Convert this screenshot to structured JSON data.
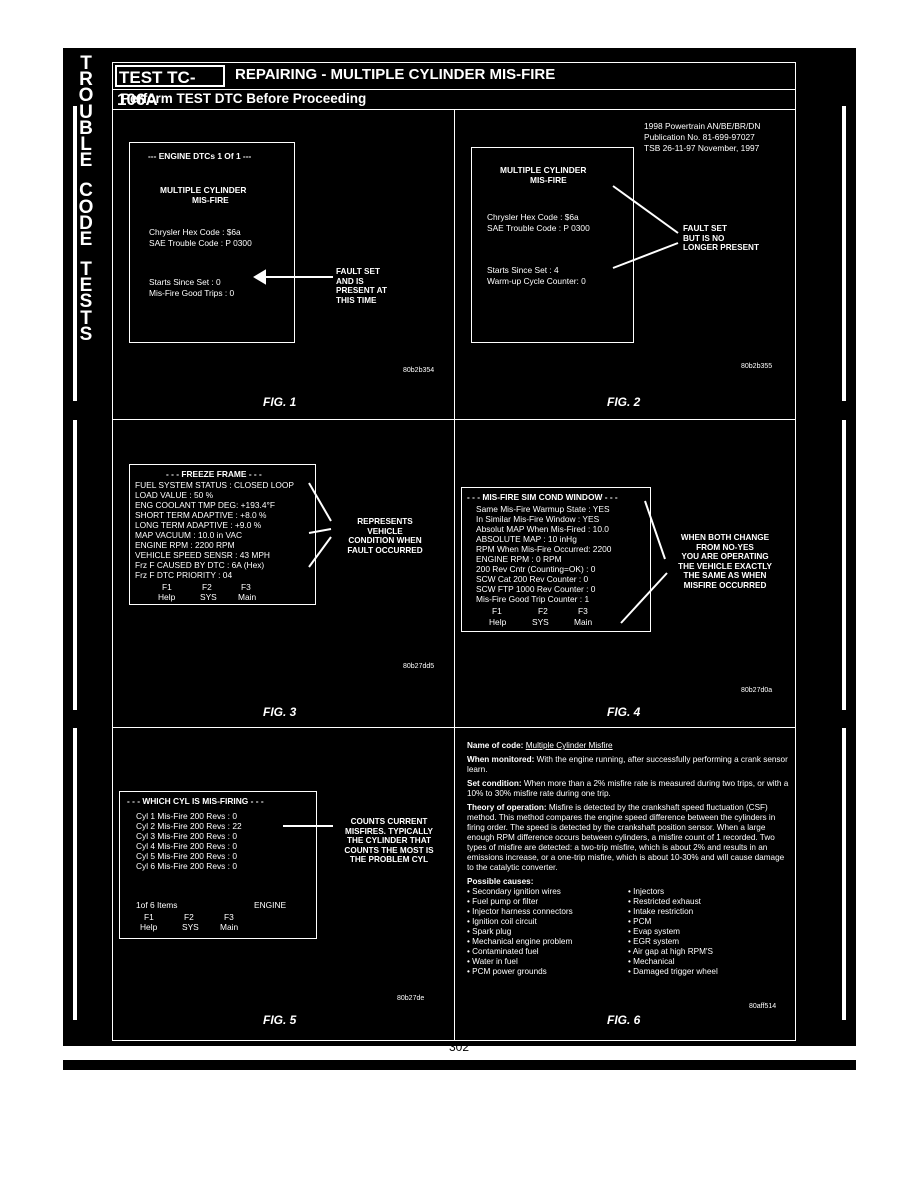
{
  "side_letters": [
    "T",
    "R",
    "O",
    "U",
    "B",
    "L",
    "E",
    "",
    "C",
    "O",
    "D",
    "E",
    "",
    "T",
    "E",
    "S",
    "T",
    "S"
  ],
  "header": {
    "test_code": "TEST TC-106A",
    "title": "REPAIRING - MULTIPLE CYLINDER MIS-FIRE",
    "subtitle": "Perform TEST DTC Before Proceeding"
  },
  "fig1": {
    "caption": "FIG. 1",
    "code": "80b2b354",
    "screen": [
      "--- ENGINE DTCs 1 Of 1 ---",
      "MULTIPLE CYLINDER",
      "MIS-FIRE",
      "Chrysler Hex Code  :  $6a",
      "SAE Trouble Code  :  P 0300",
      "Starts Since Set  :  0",
      "Mis-Fire Good Trips  :  0"
    ],
    "note": [
      "FAULT SET",
      "AND IS",
      "PRESENT AT",
      "THIS TIME"
    ]
  },
  "fig2": {
    "caption": "FIG. 2",
    "code": "80b2b355",
    "pub": [
      "1998 Powertrain AN/BE/BR/DN",
      "Publication No. 81-699-97027",
      "TSB 26-11-97        November, 1997"
    ],
    "screen": [
      "MULTIPLE CYLINDER",
      "MIS-FIRE",
      "Chrysler Hex Code  :  $6a",
      "SAE Trouble Code  :  P 0300",
      "Starts Since Set  :  4",
      "Warm-up Cycle Counter:  0"
    ],
    "note": [
      "FAULT SET",
      "BUT IS NO",
      "LONGER PRESENT"
    ]
  },
  "fig3": {
    "caption": "FIG. 3",
    "code": "80b27dd5",
    "screen": [
      "- - - FREEZE FRAME - - -",
      "FUEL SYSTEM STATUS  :  CLOSED LOOP",
      "LOAD VALUE              :  50 %",
      "ENG COOLANT TMP DEG:  +193.4°F",
      "SHORT TERM ADAPTIVE  :  +8.0 %",
      "LONG TERM ADAPTIVE   :  +9.0 %",
      "MAP VACUUM              :  10.0 in VAC",
      "ENGINE RPM               :  2200 RPM",
      "VEHICLE SPEED SENSR  :  43   MPH",
      "Frz F CAUSED BY DTC   :  6A  (Hex)",
      "Frz F DTC PRIORITY      :  04"
    ],
    "keys": [
      "F1",
      "F2",
      "F3"
    ],
    "keylabels": [
      "Help",
      "SYS",
      "Main"
    ],
    "note": [
      "REPRESENTS",
      "VEHICLE",
      "CONDITION WHEN",
      "FAULT OCCURRED"
    ]
  },
  "fig4": {
    "caption": "FIG. 4",
    "code": "80b27d0a",
    "screen": [
      "- - - MIS-FIRE SIM COND WINDOW - - -",
      "Same Mis-Fire Warmup State :  YES",
      "In Similar Mis-Fire Window    :  YES",
      "Absolut MAP When Mis-Fired :  10.0",
      "ABSOLUTE MAP    :  10 inHg",
      "RPM When Mis-Fire Occurred:  2200",
      "ENGINE RPM          :  0 RPM",
      "200 Rev Cntr (Counting=OK)  :   0",
      "SCW Cat 200 Rev Counter     :   0",
      "SCW FTP 1000 Rev Counter   :   0",
      "Mis-Fire Good Trip Counter    :   1"
    ],
    "keys": [
      "F1",
      "F2",
      "F3"
    ],
    "keylabels": [
      "Help",
      "SYS",
      "Main"
    ],
    "note": [
      "WHEN BOTH CHANGE",
      "FROM NO-YES",
      "YOU ARE OPERATING",
      "THE VEHICLE EXACTLY",
      "THE SAME AS WHEN",
      "MISFIRE OCCURRED"
    ]
  },
  "fig5": {
    "caption": "FIG. 5",
    "code": "80b27de",
    "screen": [
      "- - - WHICH CYL IS MIS-FIRING - - -",
      "Cyl 1 Mis-Fire 200 Revs    :         0",
      "Cyl 2 Mis-Fire 200 Revs    :        22",
      "Cyl 3 Mis-Fire 200 Revs    :         0",
      "Cyl 4 Mis-Fire 200 Revs    :         0",
      "Cyl 5 Mis-Fire 200 Revs    :         0",
      "Cyl 6 Mis-Fire 200 Revs    :         0"
    ],
    "items": "1of 6 Items",
    "engine": "ENGINE",
    "keys": [
      "F1",
      "F2",
      "F3"
    ],
    "keylabels": [
      "Help",
      "SYS",
      "Main"
    ],
    "note": [
      "COUNTS CURRENT",
      "MISFIRES. TYPICALLY",
      "THE CYLINDER THAT",
      "COUNTS THE MOST IS",
      "THE PROBLEM CYL"
    ]
  },
  "fig6": {
    "caption": "FIG. 6",
    "code": "80aff514",
    "name_label": "Name of code:",
    "name_value": "Multiple Cylinder Misfire",
    "when_label": "When monitored:",
    "when_value": "With the engine running, after successfully performing a crank sensor learn.",
    "set_label": "Set condition:",
    "set_value": "When more than a 2% misfire rate is measured during two trips, or with a 10% to 30% misfire rate during one trip.",
    "theory_label": "Theory of operation:",
    "theory_value": "Misfire is detected by the crankshaft speed fluctuation (CSF) method. This method compares the engine speed difference between the cylinders in firing order. The speed is detected by the crankshaft position sensor. When a large enough RPM difference occurs between cylinders, a misfire count of 1 recorded. Two types of misfire are detected: a two-trip misfire, which is about 2% and results in an emissions increase, or a one-trip misfire, which is about 10-30% and will cause damage to the catalytic converter.",
    "causes_label": "Possible causes:",
    "causes_left": [
      "• Secondary ignition wires",
      "• Fuel pump or filter",
      "• Injector harness connectors",
      "• Ignition coil circuit",
      "• Spark plug",
      "• Mechanical engine problem",
      "• Contaminated fuel",
      "• Water in fuel",
      "• PCM power grounds"
    ],
    "causes_right": [
      "• Injectors",
      "• Restricted exhaust",
      "• Intake restriction",
      "• PCM",
      "• Evap system",
      "• EGR system",
      "• Air gap at high RPM'S",
      "• Mechanical",
      "• Damaged trigger wheel"
    ]
  },
  "page_number": "302"
}
